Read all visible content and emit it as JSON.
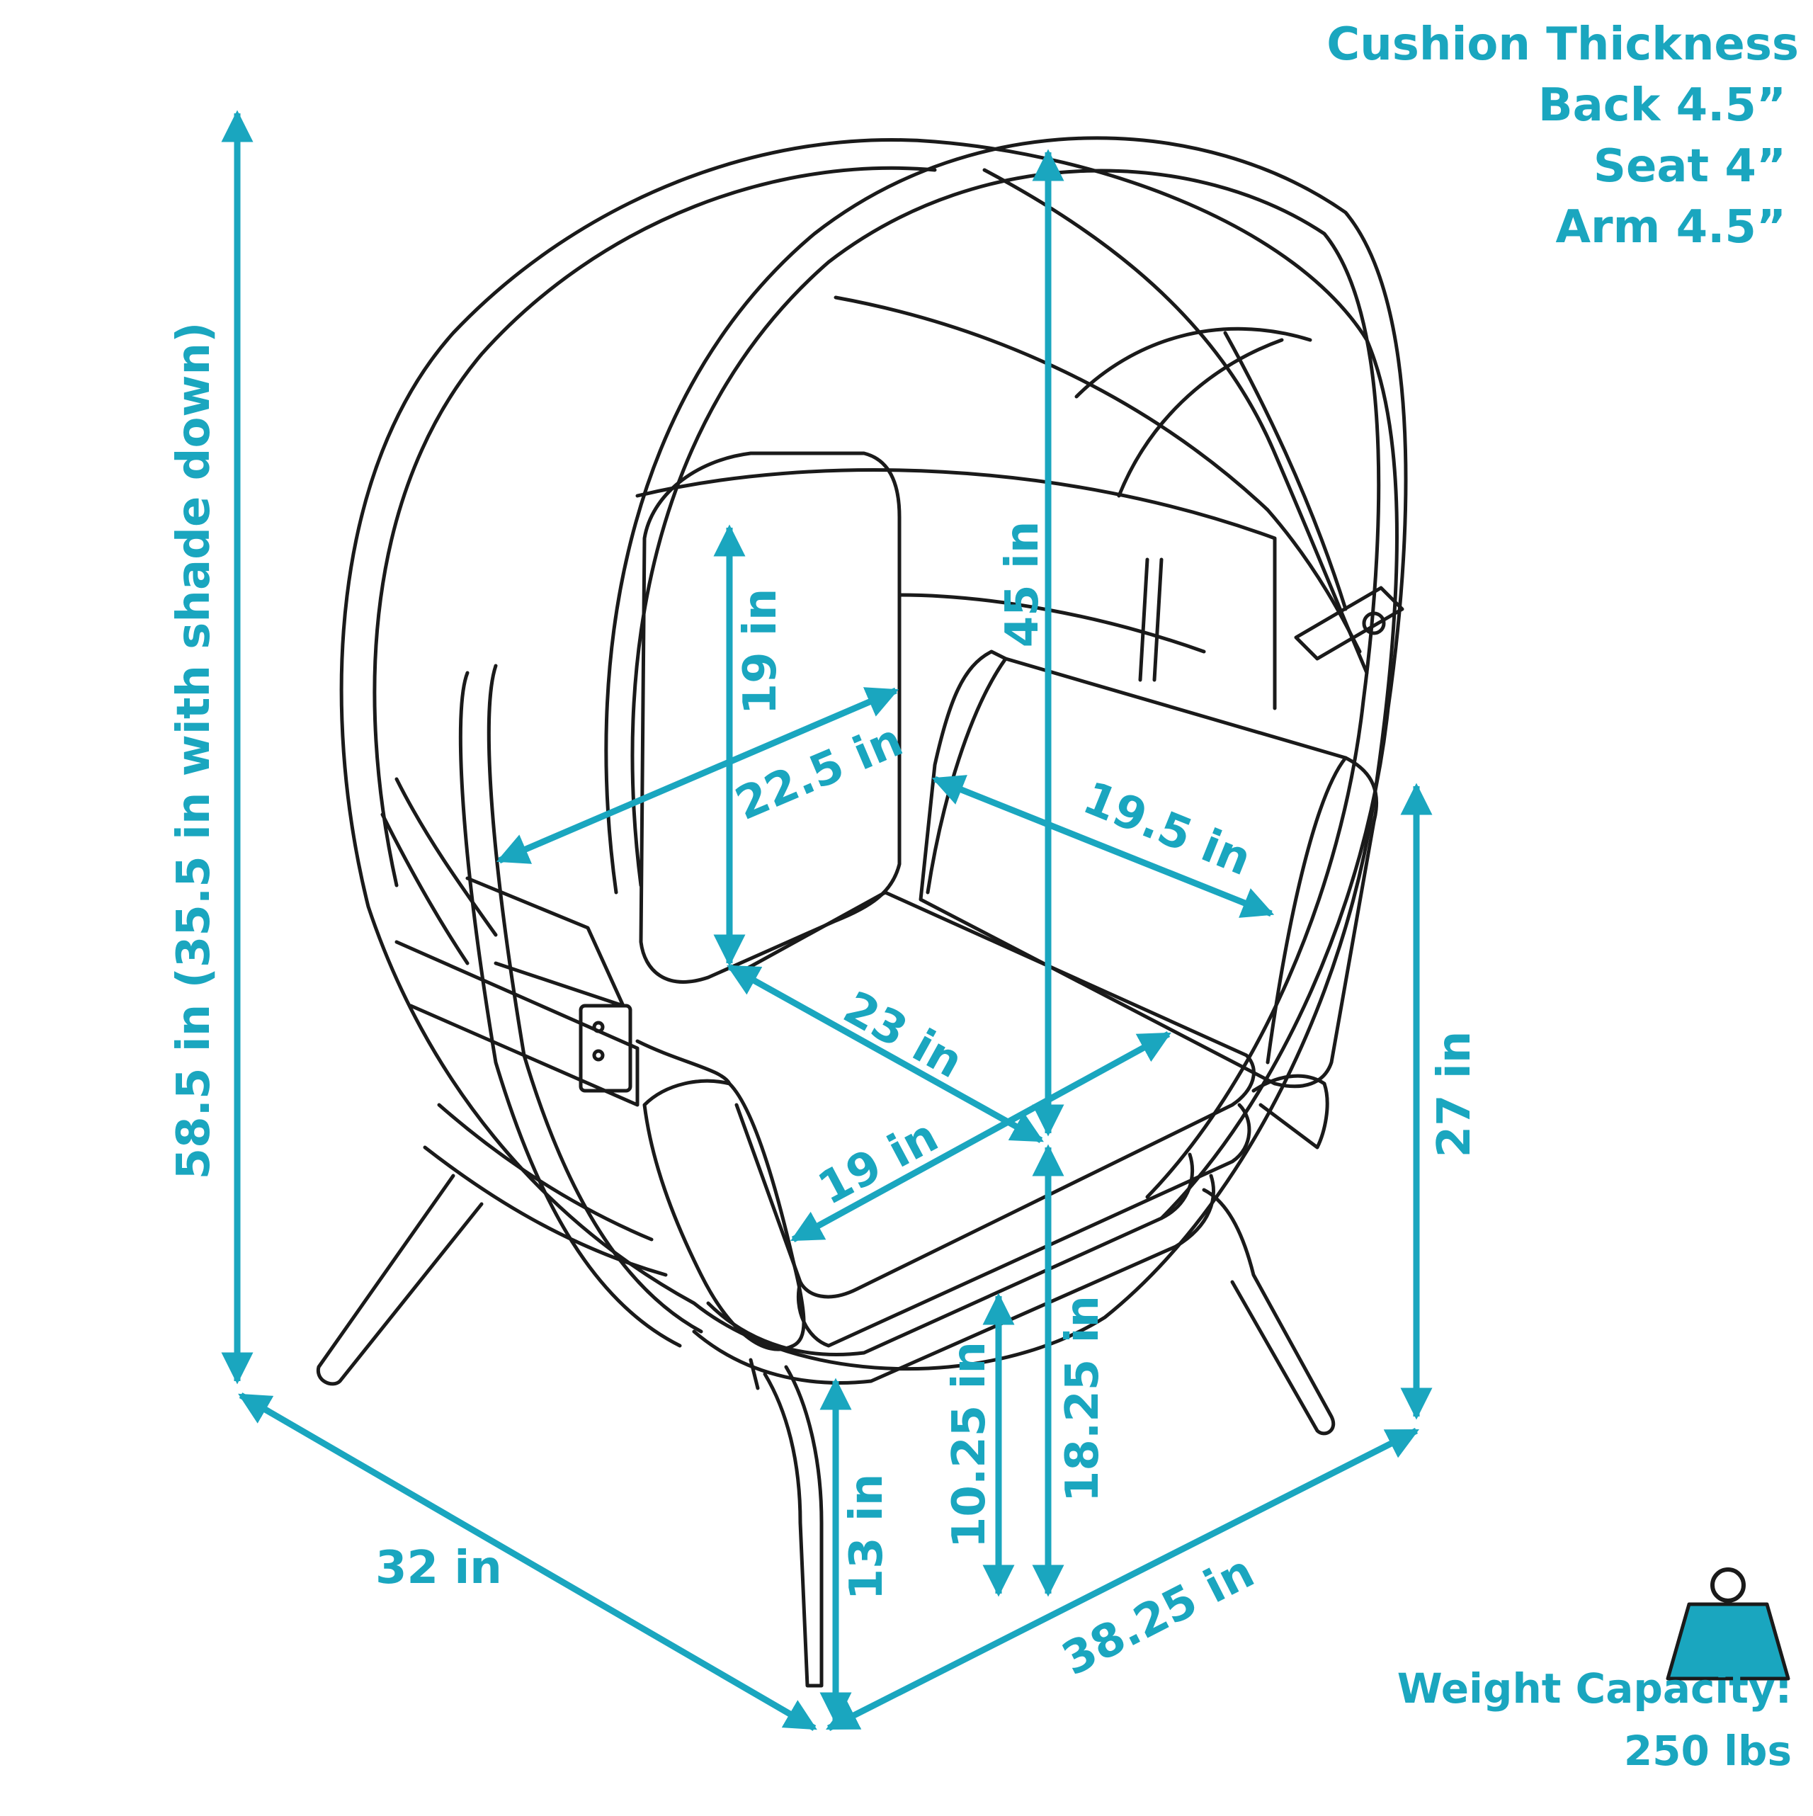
{
  "cushion": {
    "title": "Cushion Thickness",
    "back": "Back 4.5”",
    "seat": "Seat 4”",
    "arm": "Arm 4.5”"
  },
  "weight": {
    "label": "Weight Capacity:",
    "value": "250 lbs",
    "icon": "weight-icon"
  },
  "dimensions": {
    "total_height": "58.5 in (35.5 in with shade down)",
    "depth": "32 in",
    "width": "38.25 in",
    "leg_height": "13 in",
    "seat_front_height": "10.25 in",
    "seat_height": "18.25 in",
    "arm_height": "27 in",
    "inner_height": "45 in",
    "back_height": "19 in",
    "back_width": "22.5 in",
    "seat_depth_side": "19.5 in",
    "seat_depth": "23 in",
    "seat_width": "19 in"
  },
  "colors": {
    "accent": "#1aa6bf",
    "line": "#1a1a1a"
  }
}
